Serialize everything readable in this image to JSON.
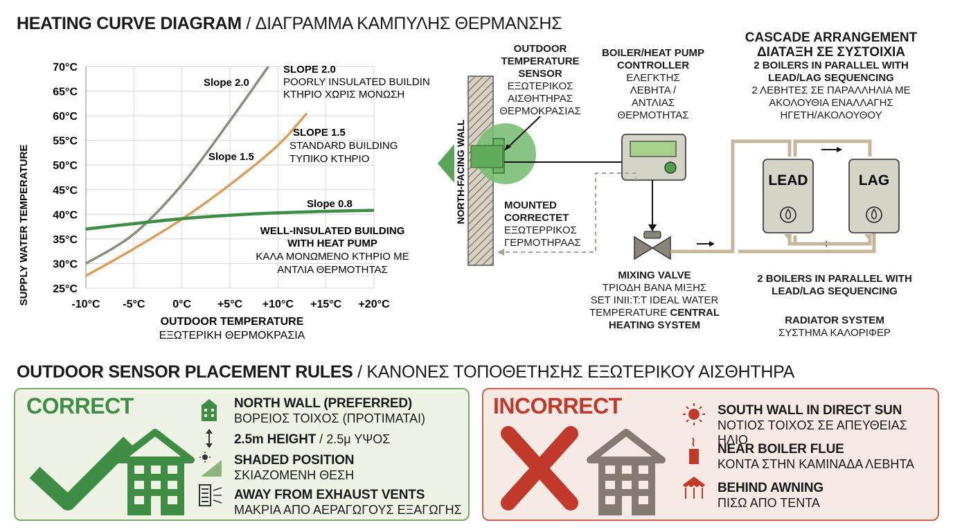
{
  "title": {
    "main": "HEATING CURVE DIAGRAM",
    "sep": " / ",
    "greek": "ΔΙΑΓΡΑΜΜΑ ΚΑΜΠΥΛΗΣ ΘΕΡΜΑΝΣΗΣ"
  },
  "chart_data": {
    "type": "line",
    "ylabel": "SUPPLY WATER TEMPERATURE",
    "xlabel": "OUTDOOR TEMPERATURE",
    "xlabel_greek": "ΕΞΩΤΕΡΙΚΗ ΘΕΡΜΟΚΡΑΣΙΑ",
    "xlim": [
      -10,
      20
    ],
    "ylim": [
      25,
      70
    ],
    "x_ticks": [
      "-10°C",
      "-5°C",
      "0°C",
      "+5°C",
      "+10°C",
      "+15°C",
      "+20°C"
    ],
    "y_ticks": [
      "70°C",
      "65°C",
      "60°C",
      "55°C",
      "50°C",
      "45°C",
      "40°C",
      "35°C",
      "30°C",
      "25°C"
    ],
    "grid": true,
    "series": [
      {
        "name": "Slope 2.0",
        "color": "#8c8b7e",
        "x": [
          -10,
          -5,
          0,
          5,
          9
        ],
        "y": [
          30,
          36,
          46,
          59,
          70
        ]
      },
      {
        "name": "Slope 1.5",
        "color": "#d9a05b",
        "x": [
          -10,
          -5,
          0,
          5,
          10,
          13
        ],
        "y": [
          27.5,
          33,
          39,
          46,
          54,
          60.5
        ]
      },
      {
        "name": "Slope 0.8",
        "color": "#3f8c45",
        "x": [
          -10,
          -5,
          0,
          5,
          10,
          15,
          20
        ],
        "y": [
          37,
          38.1,
          39.1,
          39.8,
          40.3,
          40.6,
          40.8
        ]
      }
    ],
    "annotations": {
      "slope20": {
        "title": "SLOPE 2.0",
        "line1": "POORLY INSULATED BUILDING",
        "line2": "ΚΤΗΡΙΟ ΧΩΡΙΣ ΜΟΝΩΣΗ"
      },
      "slope15": {
        "title": "SLOPE 1.5",
        "line1": "STANDARD BUILDING",
        "line2": "ΤΥΠΙΚΟ ΚΤΗΡΙΟ"
      },
      "slope08": {
        "title": "WELL-INSULATED BUILDING",
        "title2": "WITH HEAT PUMP",
        "line1": "ΚΑΛΑ ΜΟΝΩΜΕΝΟ ΚΤΗΡΙΟ ΜΕ",
        "line2": "ΑΝΤΛΙΑ ΘΕΡΜΟΤΗΤΑΣ"
      }
    }
  },
  "system": {
    "wall_label": "NORTH-FACING WALL",
    "sensor": {
      "b1": "OUTDOOR",
      "b2": "TEMPERATURE",
      "b3": "SENSOR",
      "g1": "ΕΞΩΤΕΡΙΚΟΣ",
      "g2": "ΑΙΣΘΗΤΗΡΑΣ",
      "g3": "ΘΕΡΜΟΚΡΑΣΙΑΣ"
    },
    "mounted": {
      "b1": "MOUNTED",
      "b2": "CORRECTET",
      "g1": "ΕΞΩΤΕΡΡΙΚΟΣ",
      "g2": "ΓΕΡΜΟΤΗΡΑΑΣ"
    },
    "controller": {
      "b1": "BOILER/HEAT PUMP",
      "b2": "CONTROLLER",
      "g1": "ΕΛΕΓΚΤΗΣ",
      "g2": "ΛΕΒΗΤΑ /",
      "g3": "ΑΝΤΛΙΑΣ",
      "g4": "ΘΕΡΜΟΤΗΤΑΣ"
    },
    "valve": {
      "b1": "MIXING VALVE",
      "r1": "ΤΡΙΟΔΗ ΒΑΝΑ ΜΙΞΗΣ",
      "r2": "SET ΙΝΙΙ:Τ:Τ IDEAL WATER",
      "r3a": "TEMPERATURE ",
      "r3b": "CENTRAL",
      "b4": "HEATING SYSTEM"
    },
    "cascade": {
      "b1": "CASCADE ARRANGEMENT",
      "b2": "ΔΙΑΤΑΞΗ ΣΕ ΣΥΣΤΟΙΧΙΑ",
      "b3": "2 BOILERS IN PARALLEL WITH",
      "b4": "LEAD/LAG SEQUENCING",
      "g1": "2 ΛΕΒΗΤΕΣ ΣΕ ΠΑΡΑΛΛΗΛΙΑ ΜΕ",
      "g2": "ΑΚΟΛΟΥΘΙΑ ΕΝΑΛΛΑΓΗΣ",
      "g3": "ΗΓΕΤΗ/ΑΚΟΛΟΥΘΟΥ"
    },
    "lead": "LEAD",
    "lag": "LAG",
    "parallel": {
      "b1": "2 BOILERS IN PARALLEL WITH",
      "b2": "LEAD/LAG SEQUENCING"
    },
    "radiator": {
      "b1": "RADIATOR SYSTEM",
      "g1": "ΣΥΣΤΗΜΑ ΚΑΛΟΡΙΦΕΡ"
    }
  },
  "rules": {
    "title_main": "OUTDOOR SENSOR PLACEMENT RULES",
    "title_sep": " / ",
    "title_greek": "ΚΑΝΟΝΕΣ ΤΟΠΟΘΕΤΗΣΗΣ ΕΞΩΤΕΡΙΚΟΥ ΑΙΣΘΗΤΗΡΑ",
    "correct": {
      "heading": "CORRECT",
      "color": "#3f8c45",
      "items": [
        {
          "icon": "building-icon",
          "b": "NORTH WALL (PREFERRED)",
          "g": "ΒΟΡΕΙΟΣ ΤΟΙΧΟΣ (ΠΡΟΤΙΜΑΤΑΙ)"
        },
        {
          "icon": "height-arrow-icon",
          "b": "2.5m HEIGHT",
          "sep": " / ",
          "r": "2.5μ ΥΨΟΣ"
        },
        {
          "icon": "shade-icon",
          "b": "SHADED POSITION",
          "g": "ΣΚΙΑΖΟΜΕΝΗ ΘΕΣΗ"
        },
        {
          "icon": "vent-icon",
          "b": "AWAY FROM EXHAUST VENTS",
          "g": "ΜΑΚΡΙΑ ΑΠΟ ΑΕΡΑΓΩΓΟΥΣ ΕΞΑΓΩΓΗΣ"
        }
      ]
    },
    "incorrect": {
      "heading": "INCORRECT",
      "color": "#c0392b",
      "items": [
        {
          "icon": "sun-icon",
          "b": "SOUTH WALL IN DIRECT SUN",
          "g": "ΝΟΤΙΟΣ ΤΟΙΧΟΣ ΣΕ ΑΠΕΥΘΕΙΑΣ ΗΛΙΟ"
        },
        {
          "icon": "flue-icon",
          "b": "NEAR BOILER FLUE",
          "g": "ΚΟΝΤΑ ΣΤΗΝ ΚΑΜΙΝΑΔΑ ΛΕΒΗΤΑ"
        },
        {
          "icon": "awning-icon",
          "b": "BEHIND AWNING",
          "g": "ΠΙΣΩ ΑΠΟ ΤΕΝΤΑ"
        }
      ]
    }
  }
}
